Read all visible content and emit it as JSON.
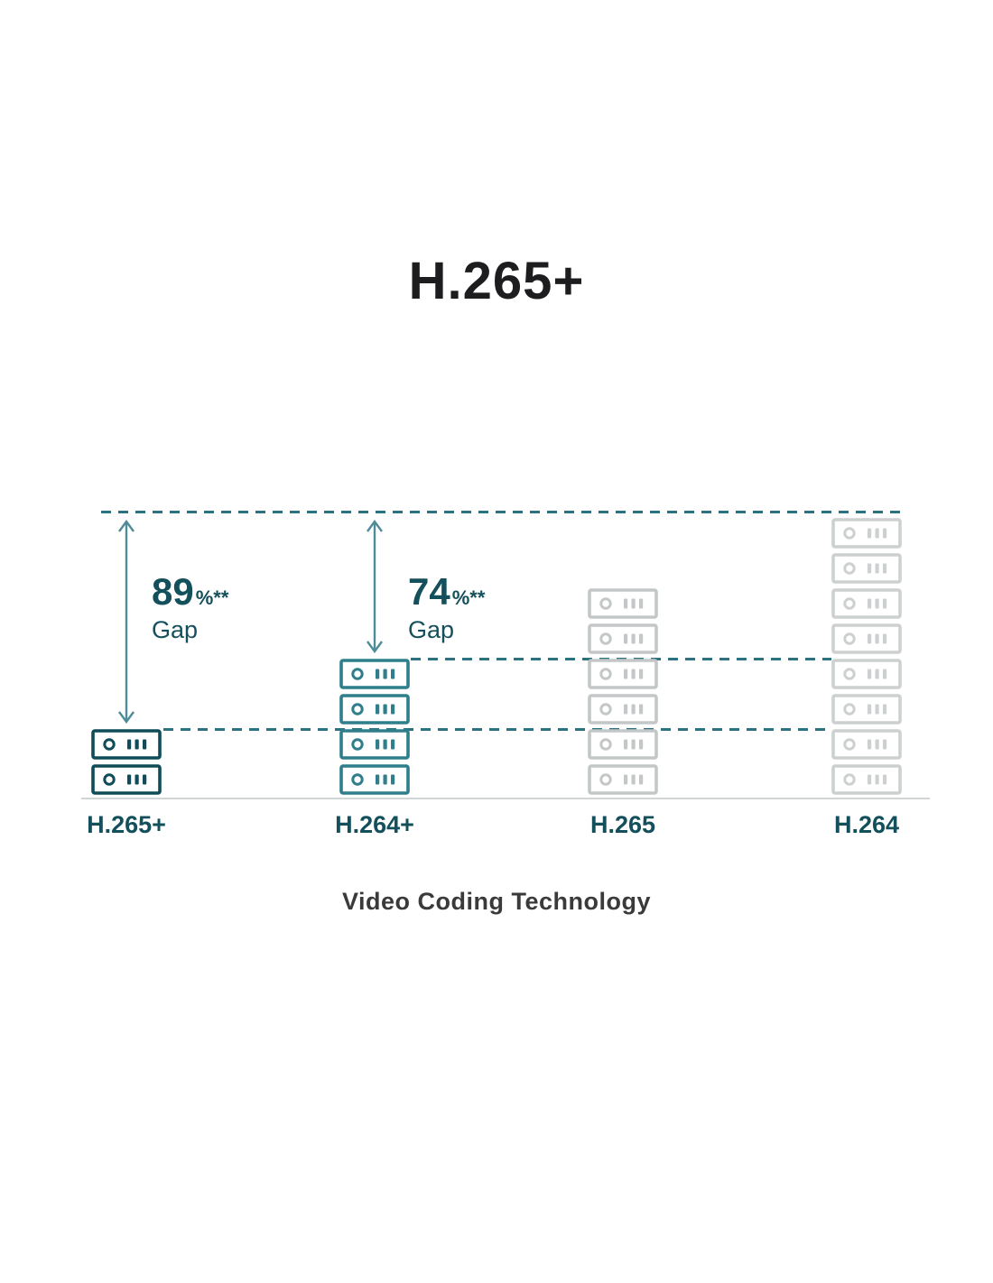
{
  "chart_data": {
    "type": "bar",
    "title": "H.265+",
    "xlabel": "Video Coding Technology",
    "categories": [
      "H.265+",
      "H.264+",
      "H.265",
      "H.264"
    ],
    "values": [
      2,
      4,
      6,
      8
    ],
    "icon": "server-storage-icon",
    "icon_counts_note": "each bar is a stack of storage-server icons",
    "colors": [
      "#0f4c58",
      "#2e7e8b",
      "#c3c7c8",
      "#cdd0d1"
    ],
    "reference_level": 8,
    "dashed_levels": [
      8,
      4,
      2
    ],
    "gap_annotations": [
      {
        "column": "H.265+",
        "value": "89",
        "suffix": "%**",
        "label": "Gap"
      },
      {
        "column": "H.264+",
        "value": "74",
        "suffix": "%**",
        "label": "Gap"
      }
    ]
  },
  "colors": {
    "title": "#1d1d1f",
    "gap_text": "#14505c",
    "category_label": "#14505c",
    "axis_label": "#3a3a3a",
    "dash": "#2c7382",
    "arrow": "#4f8c99",
    "baseline": "#d2d5d6"
  }
}
